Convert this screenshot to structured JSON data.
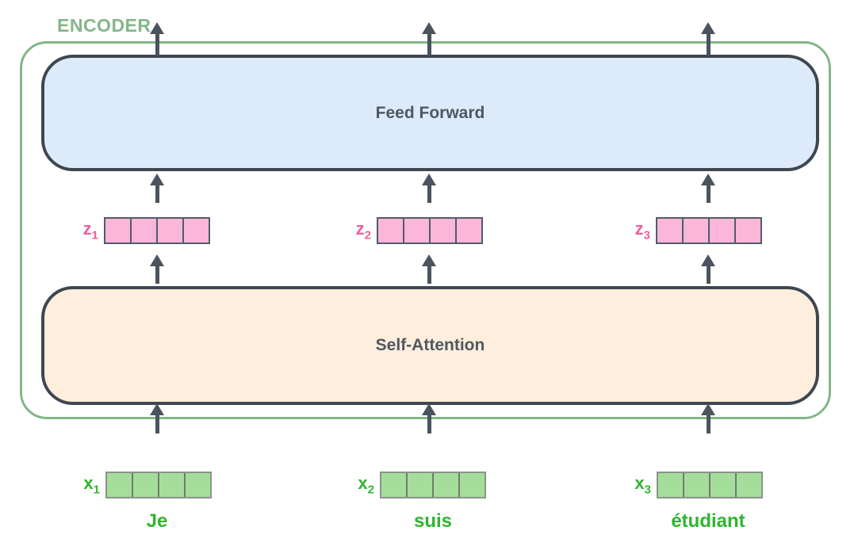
{
  "diagram": {
    "encoder_label": "ENCODER",
    "feed_forward_label": "Feed Forward",
    "self_attention_label": "Self-Attention",
    "cells_per_vector": 4,
    "z_vectors": [
      {
        "base": "z",
        "sub": "1"
      },
      {
        "base": "z",
        "sub": "2"
      },
      {
        "base": "z",
        "sub": "3"
      }
    ],
    "x_vectors": [
      {
        "base": "x",
        "sub": "1"
      },
      {
        "base": "x",
        "sub": "2"
      },
      {
        "base": "x",
        "sub": "3"
      }
    ],
    "input_words": [
      "Je",
      "suis",
      "étudiant"
    ],
    "colors": {
      "encoder_green": "#84b687",
      "box_border": "#3e4751",
      "box_text": "#4f5860",
      "feed_forward_fill": "#ddeafa",
      "self_attention_fill": "#fdeedd",
      "arrow": "#4a545f",
      "z_label_pink": "#f0609f",
      "z_cell_fill": "#fbb7da",
      "z_cell_border": "#515c68",
      "x_label_green": "#2fb52f",
      "x_cell_fill": "#a5de9b",
      "x_cell_border": "#8a948a",
      "x_cell_divider": "#6f7d6f",
      "word_green": "#2fb52f"
    }
  }
}
